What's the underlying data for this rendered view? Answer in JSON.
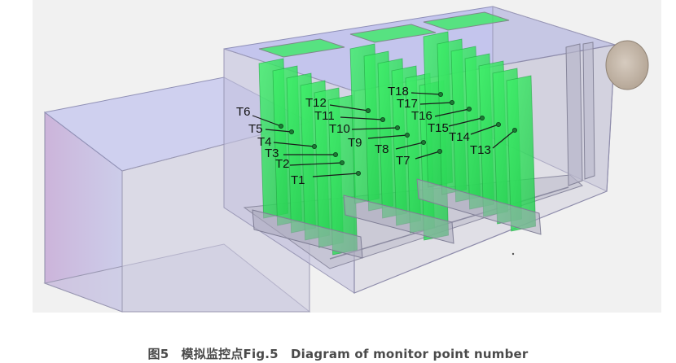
{
  "caption": "图5　模拟监控点Fig.5　Diagram of monitor point number",
  "colors": {
    "panel": "#f1f1f1",
    "housing": "#b9b7e3",
    "green": "#2fe05a",
    "leader": "#1a1a1a",
    "pipe": "#c9bcae"
  },
  "points": [
    {
      "id": "T1",
      "label": "T1"
    },
    {
      "id": "T2",
      "label": "T2"
    },
    {
      "id": "T3",
      "label": "T3"
    },
    {
      "id": "T4",
      "label": "T4"
    },
    {
      "id": "T5",
      "label": "T5"
    },
    {
      "id": "T6",
      "label": "T6"
    },
    {
      "id": "T7",
      "label": "T7"
    },
    {
      "id": "T8",
      "label": "T8"
    },
    {
      "id": "T9",
      "label": "T9"
    },
    {
      "id": "T10",
      "label": "T10"
    },
    {
      "id": "T11",
      "label": "T11"
    },
    {
      "id": "T12",
      "label": "T12"
    },
    {
      "id": "T13",
      "label": "T13"
    },
    {
      "id": "T14",
      "label": "T14"
    },
    {
      "id": "T15",
      "label": "T15"
    },
    {
      "id": "T16",
      "label": "T16"
    },
    {
      "id": "T17",
      "label": "T17"
    },
    {
      "id": "T18",
      "label": "T18"
    }
  ]
}
